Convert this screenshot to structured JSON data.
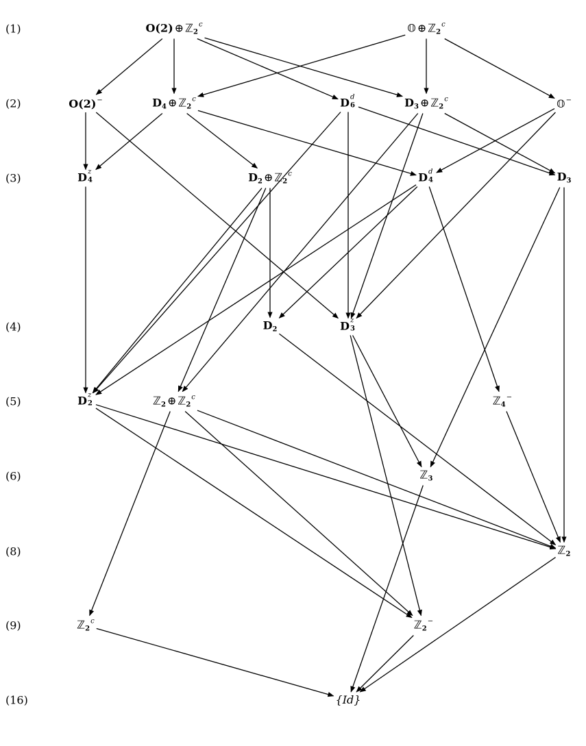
{
  "levels": [
    {
      "id": "l1",
      "label": "(1)"
    },
    {
      "id": "l2",
      "label": "(2)"
    },
    {
      "id": "l3",
      "label": "(3)"
    },
    {
      "id": "l4",
      "label": "(4)"
    },
    {
      "id": "l5",
      "label": "(5)"
    },
    {
      "id": "l6",
      "label": "(6)"
    },
    {
      "id": "l8",
      "label": "(8)"
    },
    {
      "id": "l9",
      "label": "(9)"
    },
    {
      "id": "l16",
      "label": "(16)"
    }
  ],
  "nodes": {
    "o2_z2c": {
      "base": "O(2)",
      "op": "⊕",
      "z": "ℤ",
      "zsub": "2",
      "zsup": "c"
    },
    "o_z2c": {
      "base": "𝕆",
      "op": "⊕",
      "z": "ℤ",
      "zsub": "2",
      "zsup": "c"
    },
    "o2_minus": {
      "base": "O(2)",
      "sup": "−"
    },
    "d4_z2c": {
      "base": "D",
      "sub": "4",
      "op": "⊕",
      "z": "ℤ",
      "zsub": "2",
      "zsup": "c"
    },
    "d6d": {
      "base": "D",
      "sub": "6",
      "sup": "d"
    },
    "d3_z2c": {
      "base": "D",
      "sub": "3",
      "op": "⊕",
      "z": "ℤ",
      "zsub": "2",
      "zsup": "c"
    },
    "o_minus": {
      "base": "𝕆",
      "sup": "−"
    },
    "d4z": {
      "base": "D",
      "sub": "4",
      "sup": "z"
    },
    "d2_z2c": {
      "base": "D",
      "sub": "2",
      "op": "⊕",
      "z": "ℤ",
      "zsub": "2",
      "zsup": "c"
    },
    "d4d": {
      "base": "D",
      "sub": "4",
      "sup": "d"
    },
    "d3": {
      "base": "D",
      "sub": "3"
    },
    "d2": {
      "base": "D",
      "sub": "2"
    },
    "d3z": {
      "base": "D",
      "sub": "3",
      "sup": "z"
    },
    "d2z": {
      "base": "D",
      "sub": "2",
      "sup": "z"
    },
    "z2_z2c": {
      "base": "ℤ",
      "sub": "2",
      "op": "⊕",
      "z": "ℤ",
      "zsub": "2",
      "zsup": "c"
    },
    "z4_minus": {
      "base": "ℤ",
      "sub": "4",
      "sup": "−"
    },
    "z3": {
      "base": "ℤ",
      "sub": "3"
    },
    "z2": {
      "base": "ℤ",
      "sub": "2"
    },
    "z2c": {
      "base": "ℤ",
      "sub": "2",
      "sup": "c"
    },
    "z2_minus": {
      "base": "ℤ",
      "sub": "2",
      "sup": "−"
    },
    "id": {
      "base": "{Id}"
    }
  },
  "edges": [
    [
      "o2_z2c",
      "o2_minus"
    ],
    [
      "o2_z2c",
      "d4_z2c"
    ],
    [
      "o2_z2c",
      "d6d"
    ],
    [
      "o2_z2c",
      "d3_z2c"
    ],
    [
      "o_z2c",
      "d4_z2c"
    ],
    [
      "o_z2c",
      "d3_z2c"
    ],
    [
      "o_z2c",
      "o_minus"
    ],
    [
      "o2_minus",
      "d4z"
    ],
    [
      "o2_minus",
      "d3z"
    ],
    [
      "d4_z2c",
      "d4z"
    ],
    [
      "d4_z2c",
      "d2_z2c"
    ],
    [
      "d4_z2c",
      "d4d"
    ],
    [
      "d6d",
      "d3"
    ],
    [
      "d6d",
      "d3z"
    ],
    [
      "d6d",
      "d2z"
    ],
    [
      "d3_z2c",
      "d3"
    ],
    [
      "d3_z2c",
      "d3z"
    ],
    [
      "d3_z2c",
      "z2_z2c"
    ],
    [
      "o_minus",
      "d4d"
    ],
    [
      "o_minus",
      "d3z"
    ],
    [
      "d4z",
      "d2z"
    ],
    [
      "d2_z2c",
      "d2"
    ],
    [
      "d2_z2c",
      "d2z"
    ],
    [
      "d2_z2c",
      "z2_z2c"
    ],
    [
      "d4d",
      "d2z"
    ],
    [
      "d4d",
      "d2"
    ],
    [
      "d4d",
      "z4_minus"
    ],
    [
      "d3",
      "z3"
    ],
    [
      "d3",
      "z2"
    ],
    [
      "d2",
      "z2"
    ],
    [
      "d3z",
      "z3"
    ],
    [
      "d3z",
      "z2_minus"
    ],
    [
      "d2z",
      "z2"
    ],
    [
      "d2z",
      "z2_minus"
    ],
    [
      "z2_z2c",
      "z2c"
    ],
    [
      "z2_z2c",
      "z2"
    ],
    [
      "z2_z2c",
      "z2_minus"
    ],
    [
      "z4_minus",
      "z2"
    ],
    [
      "z3",
      "id"
    ],
    [
      "z2",
      "id"
    ],
    [
      "z2c",
      "id"
    ],
    [
      "z2_minus",
      "id"
    ]
  ]
}
